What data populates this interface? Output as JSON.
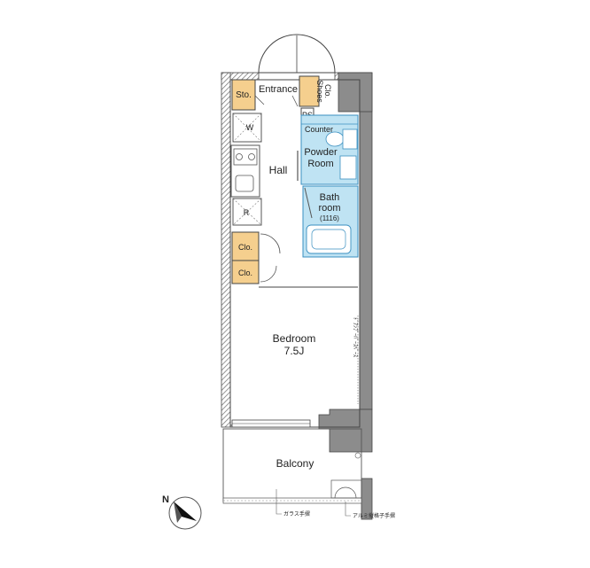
{
  "rooms": {
    "entrance": "Entrance",
    "hall": "Hall",
    "powder_room_line1": "Powder",
    "powder_room_line2": "Room",
    "counter": "Counter",
    "bathroom_line1": "Bath",
    "bathroom_line2": "room",
    "bathroom_size": "(1116)",
    "bedroom": "Bedroom",
    "bedroom_size": "7.5J",
    "balcony": "Balcony"
  },
  "storage": {
    "sto": "Sto.",
    "shoes_clo_line1": "Shoes",
    "shoes_clo_line2": "Clo.",
    "clo_1": "Clo.",
    "clo_2": "Clo.",
    "ps": "PS"
  },
  "fixtures": {
    "washer": "W",
    "refrigerator": "R"
  },
  "annotations": {
    "wall_note": "ﾄﾞｱﾝﾌﾟｰﾊﾟｰｽﾍﾟｰｽ",
    "glass_railing": "ガラス手摺",
    "alum_railing": "アルミ縦格子手摺"
  },
  "colors": {
    "wall": "#8c8c8c",
    "wall_dark": "#6e6e6e",
    "storage": "#f5cf8e",
    "wet_area": "#bfe3f3",
    "wet_line": "#3a8fc0",
    "line": "#333333"
  },
  "compass": {
    "label": "N",
    "icon": "north-arrow-icon"
  }
}
